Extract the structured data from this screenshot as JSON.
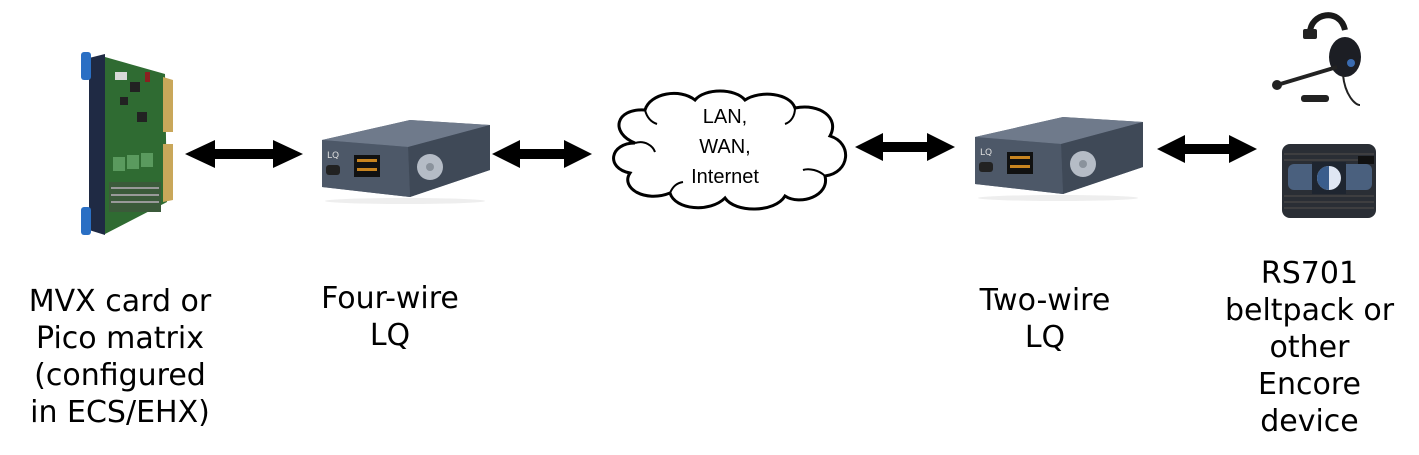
{
  "diagram": {
    "title": "LQ connection diagram",
    "nodes": [
      {
        "id": "mvx",
        "icon": "circuit-card-icon",
        "label": "MVX card or\nPico matrix\n(configured\nin ECS/EHX)"
      },
      {
        "id": "lq4",
        "icon": "lq-unit-icon",
        "label": "Four-wire\nLQ",
        "device_badge": "LQ"
      },
      {
        "id": "network",
        "icon": "cloud-icon",
        "label": "LAN,\nWAN,\nInternet"
      },
      {
        "id": "lq2",
        "icon": "lq-unit-icon",
        "label": "Two-wire\nLQ",
        "device_badge": "LQ"
      },
      {
        "id": "rs701",
        "icon": "headset-icon",
        "icon2": "beltpack-icon",
        "label": "RS701\nbeltpack or\nother\nEncore\ndevice"
      }
    ],
    "links": [
      {
        "from": "mvx",
        "to": "lq4",
        "type": "bidirectional"
      },
      {
        "from": "lq4",
        "to": "network",
        "type": "bidirectional"
      },
      {
        "from": "network",
        "to": "lq2",
        "type": "bidirectional"
      },
      {
        "from": "lq2",
        "to": "rs701",
        "type": "bidirectional"
      }
    ],
    "colors": {
      "arrow": "#000000",
      "card_pcb": "#2f6b32",
      "card_handle": "#2a6fc4",
      "lq_body": "#4d5868",
      "beltpack_accent": "#3a5d8c"
    }
  }
}
